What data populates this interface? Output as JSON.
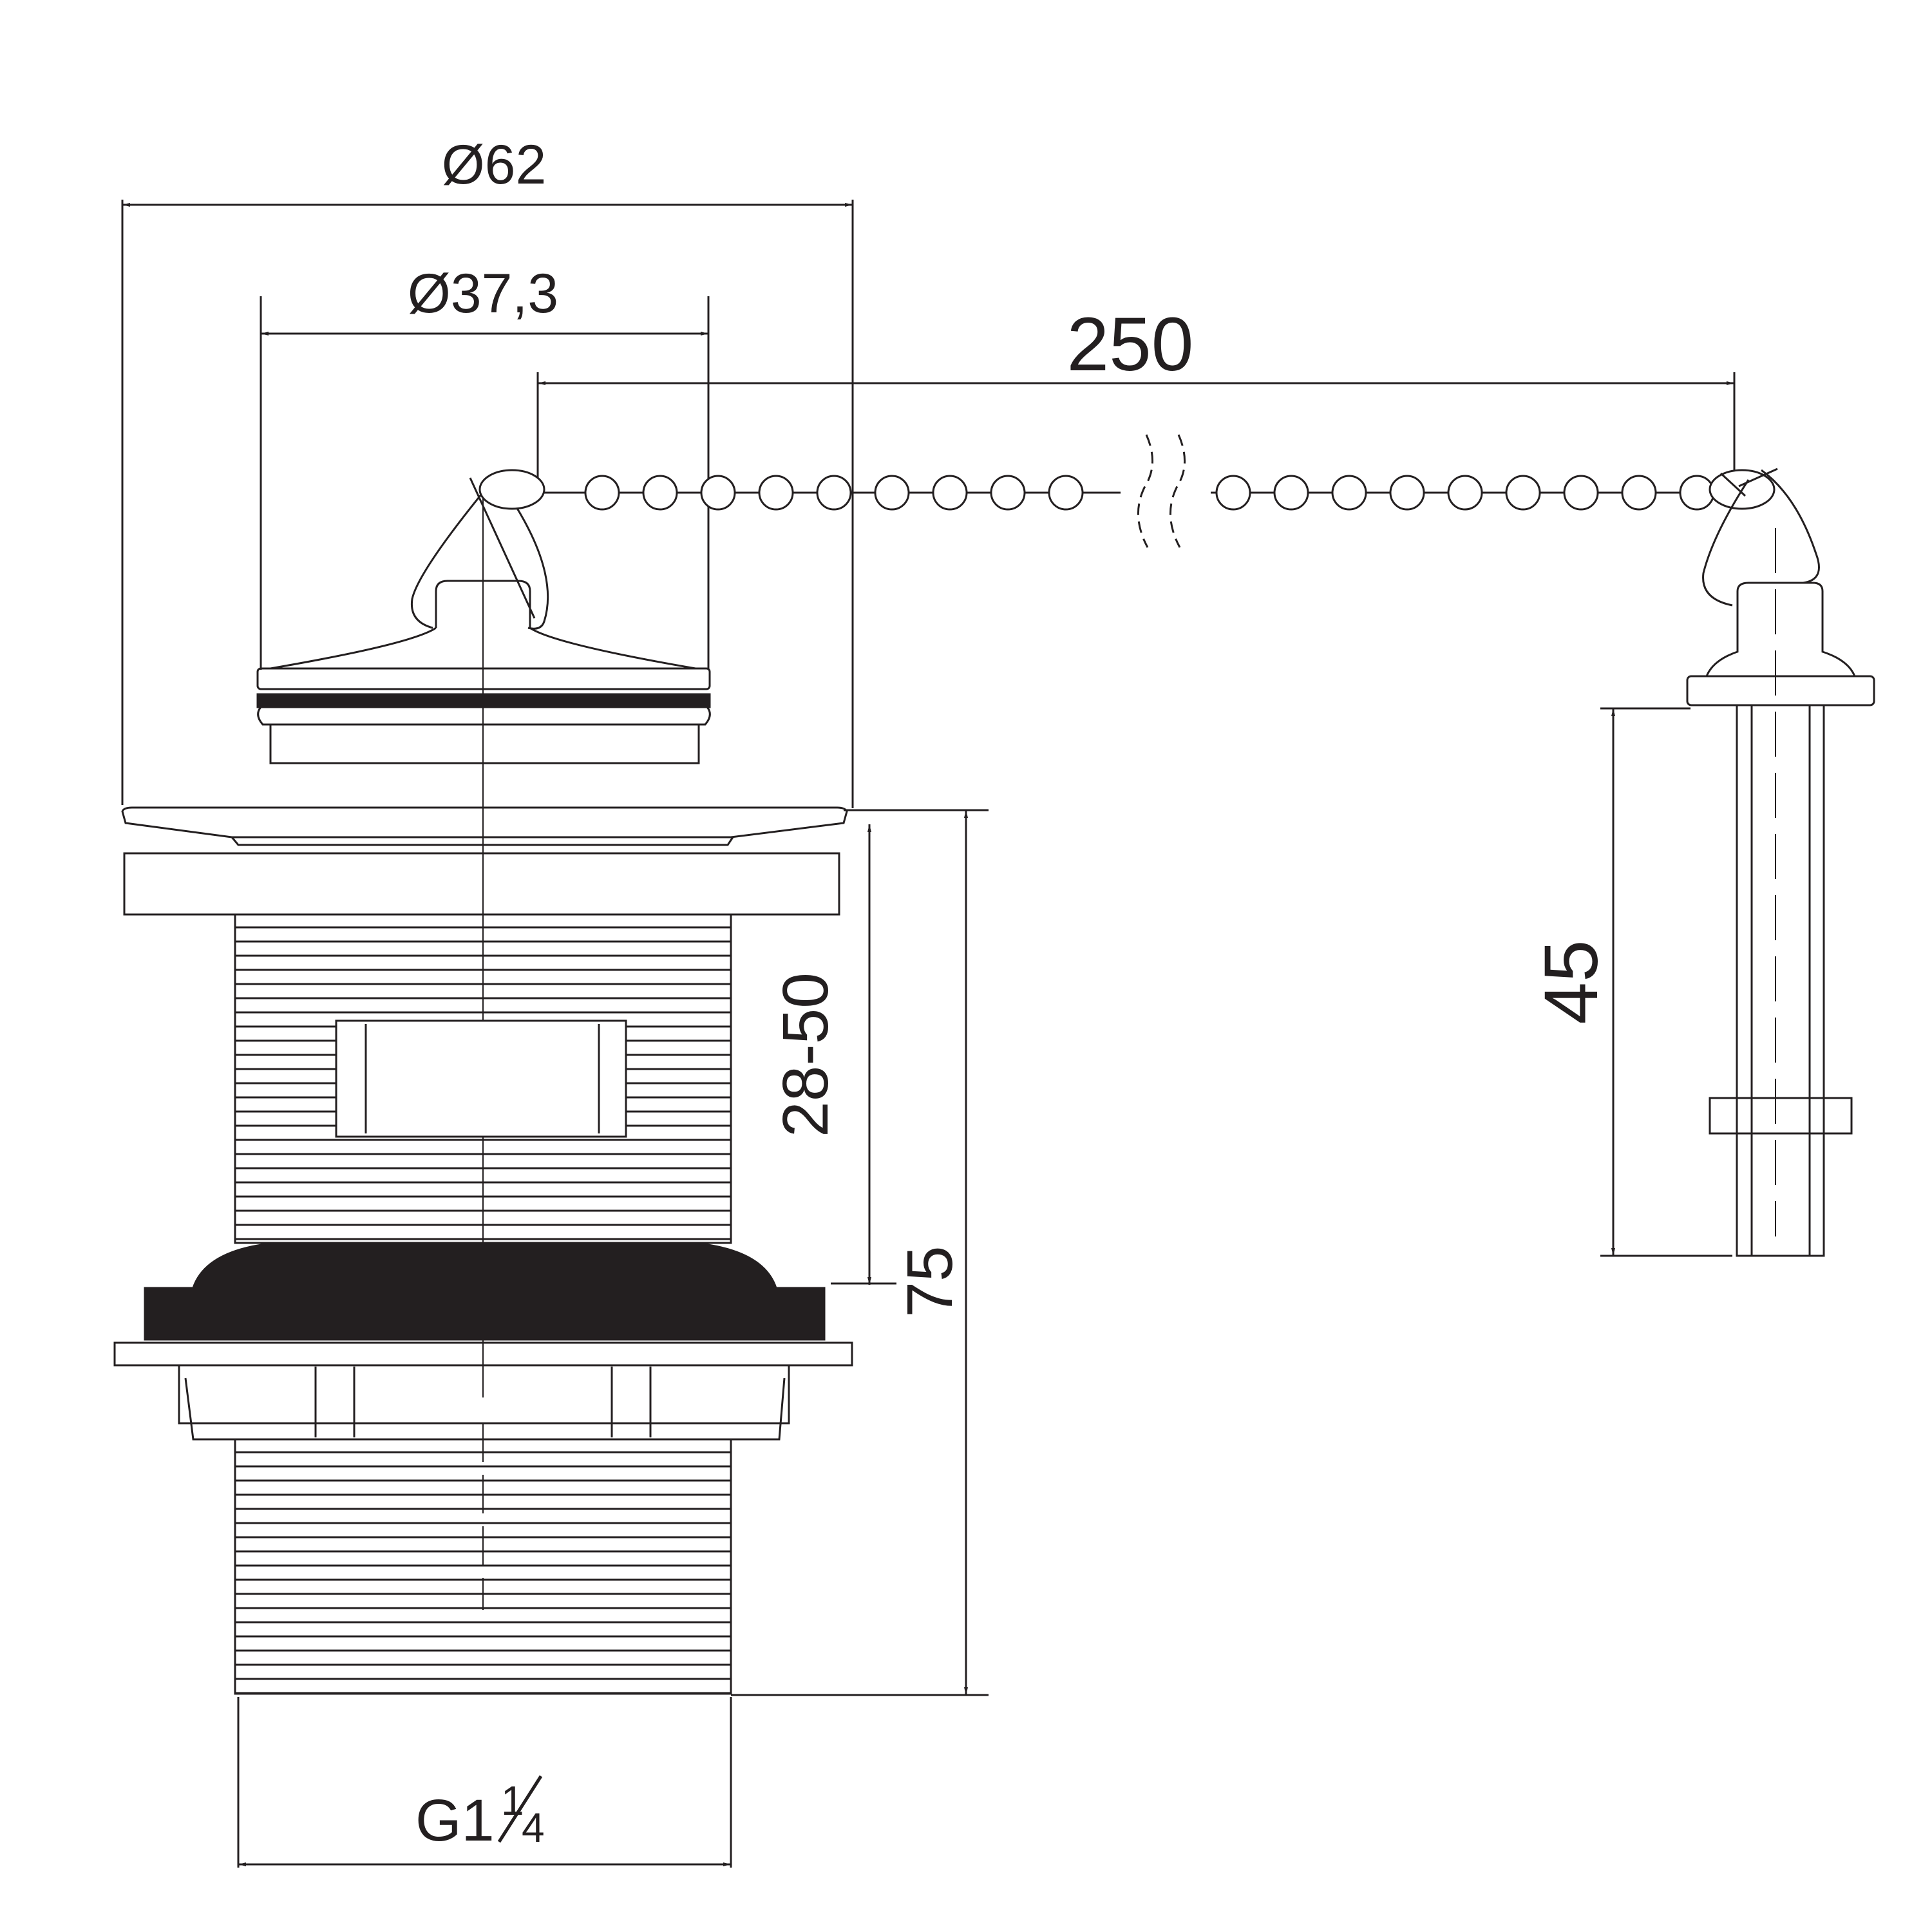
{
  "dimensions": {
    "flange_diameter": "Ø62",
    "plug_diameter": "Ø37,3",
    "chain_length": "250",
    "clamp_range": "28-50",
    "total_height": "75",
    "pin_length": "45",
    "thread_1": "G1",
    "thread_2": "1",
    "thread_3": "4"
  },
  "colors": {
    "ink": "#231f20",
    "background": "#ffffff"
  }
}
